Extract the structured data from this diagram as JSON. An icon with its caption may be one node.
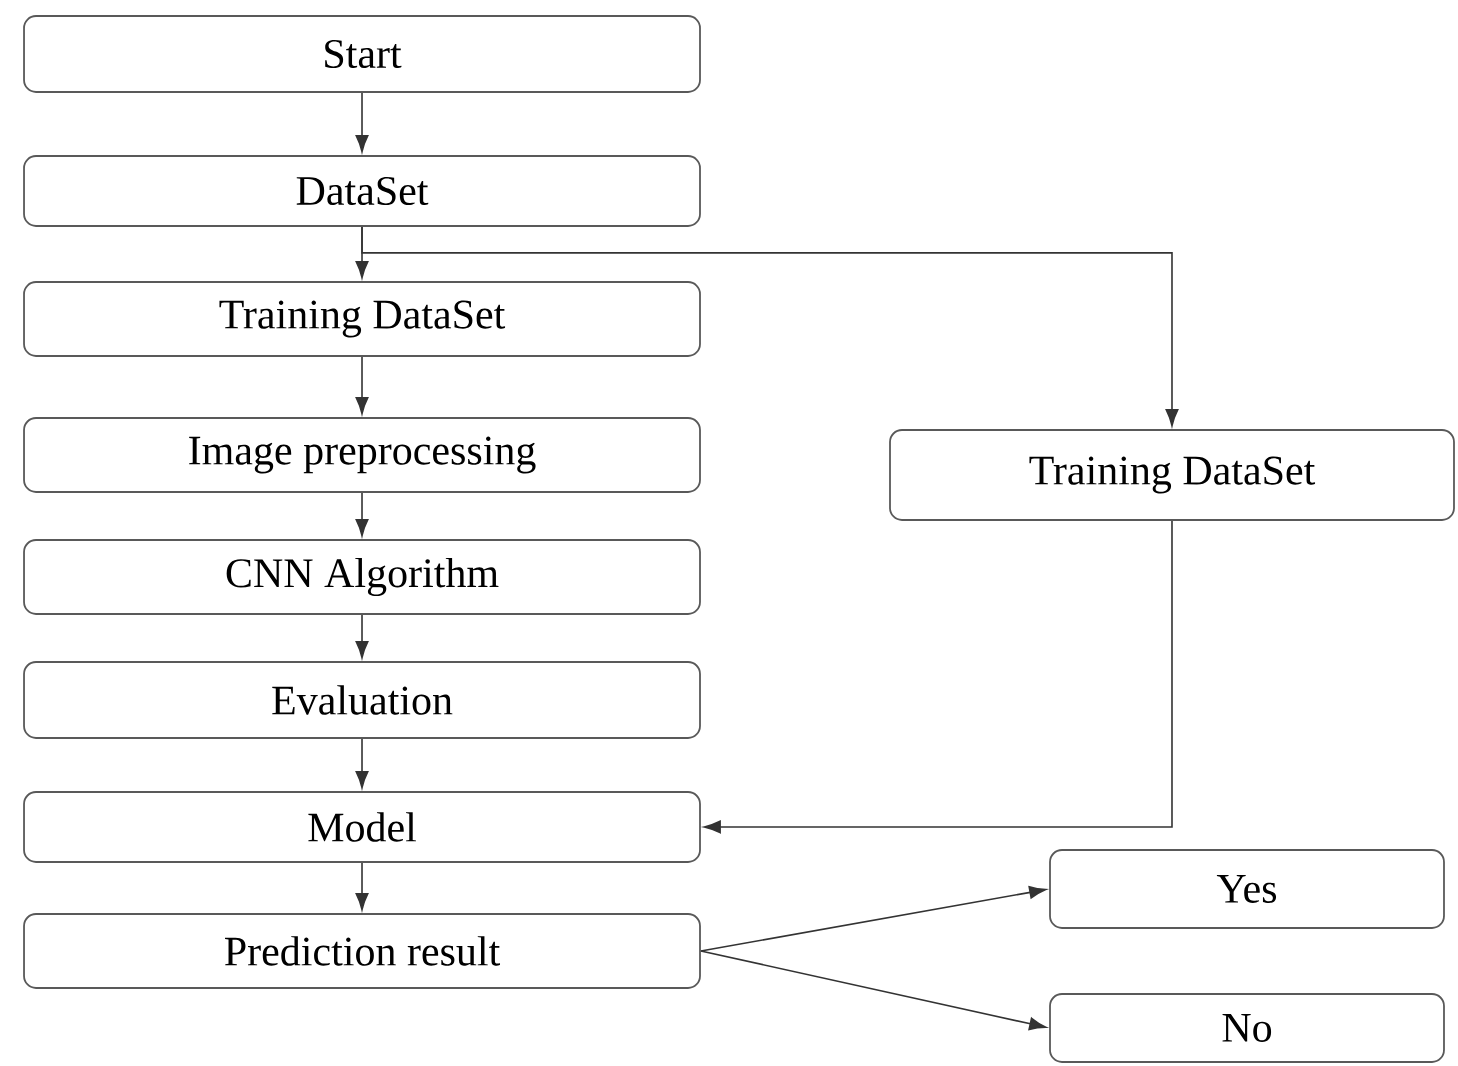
{
  "diagram": {
    "nodes": [
      {
        "text": [
          "Start"
        ]
      },
      {
        "text": [
          "DataSet"
        ]
      },
      {
        "text": [
          "Training DataSet"
        ]
      },
      {
        "text": [
          "Image preprocessing"
        ]
      },
      {
        "text": [
          "CNN Algorithm"
        ]
      },
      {
        "text": [
          "Evaluation"
        ]
      },
      {
        "text": [
          "Model"
        ]
      },
      {
        "text": [
          "Prediction result"
        ]
      },
      {
        "text": [
          "Training DataSet"
        ]
      },
      {
        "text": [
          "Yes"
        ]
      },
      {
        "text": [
          "No"
        ]
      }
    ],
    "edges": [
      {
        "from": 0,
        "to": 1,
        "arrow": "to"
      },
      {
        "from": 1,
        "to": 2,
        "arrow": "to"
      },
      {
        "from": 1,
        "to": 8,
        "arrow": "to"
      },
      {
        "from": 2,
        "to": 3,
        "arrow": "to"
      },
      {
        "from": 3,
        "to": 4,
        "arrow": "to"
      },
      {
        "from": 4,
        "to": 5,
        "arrow": "to"
      },
      {
        "from": 5,
        "to": 6,
        "arrow": "to"
      },
      {
        "from": 8,
        "to": 6,
        "arrow": "to"
      },
      {
        "from": 6,
        "to": 7,
        "arrow": "to"
      },
      {
        "from": 7,
        "to": 9,
        "arrow": "to"
      },
      {
        "from": 7,
        "to": 10,
        "arrow": "to"
      }
    ]
  }
}
